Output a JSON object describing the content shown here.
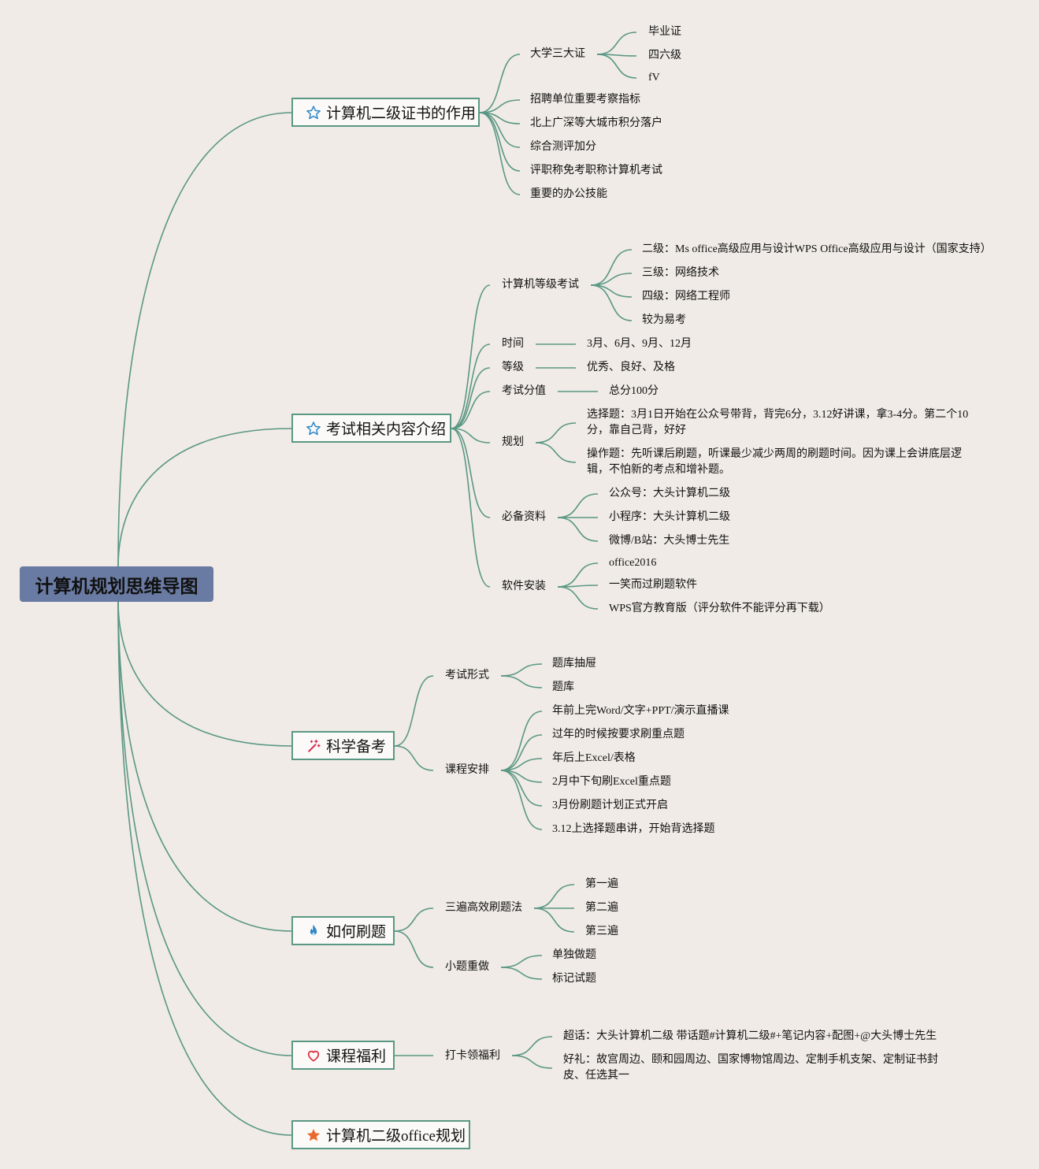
{
  "root": "计算机规划思维导图",
  "colors": {
    "line": "#5a9784",
    "root_bg": "#6a7ba3",
    "bg": "#f0ebe6",
    "box_border": "#5a9784"
  },
  "b1": {
    "title": "计算机二级证书的作用",
    "icon": "star-outline-icon",
    "certs": {
      "label": "大学三大证",
      "items": [
        "毕业证",
        "四六级",
        "fV"
      ]
    },
    "items": [
      "招聘单位重要考察指标",
      "北上广深等大城市积分落户",
      "综合测评加分",
      "评职称免考职称计算机考试",
      "重要的办公技能"
    ]
  },
  "b2": {
    "title": "考试相关内容介绍",
    "icon": "star-outline-icon",
    "exam": {
      "label": "计算机等级考试",
      "items": [
        "二级：Ms office高级应用与设计WPS Office高级应用与设计（国家支持）",
        "三级：网络技术",
        "四级：网络工程师",
        "较为易考"
      ]
    },
    "time": {
      "label": "时间",
      "value": "3月、6月、9月、12月"
    },
    "grade": {
      "label": "等级",
      "value": "优秀、良好、及格"
    },
    "score": {
      "label": "考试分值",
      "value": "总分100分"
    },
    "plan": {
      "label": "规划",
      "items": [
        "选择题：3月1日开始在公众号带背，背完6分，3.12好讲课，拿3-4分。第二个10分，靠自己背，好好",
        "操作题：先听课后刷题，听课最少减少两周的刷题时间。因为课上会讲底层逻辑，不怕新的考点和增补题。"
      ]
    },
    "materials": {
      "label": "必备资料",
      "items": [
        "公众号：大头计算机二级",
        "小程序：大头计算机二级",
        "微博/B站：大头博士先生"
      ]
    },
    "software": {
      "label": "软件安装",
      "items": [
        "office2016",
        "一笑而过刷题软件",
        "WPS官方教育版（评分软件不能评分再下载）"
      ]
    }
  },
  "b3": {
    "title": "科学备考",
    "icon": "magic-wand-icon",
    "form": {
      "label": "考试形式",
      "items": [
        "题库抽屉",
        "题库"
      ]
    },
    "course": {
      "label": "课程安排",
      "items": [
        "年前上完Word/文字+PPT/演示直播课",
        "过年的时候按要求刷重点题",
        "年后上Excel/表格",
        "2月中下旬刷Excel重点题",
        "3月份刷题计划正式开启",
        "3.12上选择题串讲，开始背选择题"
      ]
    }
  },
  "b4": {
    "title": "如何刷题",
    "icon": "fire-icon",
    "three": {
      "label": "三遍高效刷题法",
      "items": [
        "第一遍",
        "第二遍",
        "第三遍"
      ]
    },
    "small": {
      "label": "小题重做",
      "items": [
        "单独做题",
        "标记试题"
      ]
    }
  },
  "b5": {
    "title": "课程福利",
    "icon": "heart-icon",
    "checkin": {
      "label": "打卡领福利",
      "items": [
        "超话：大头计算机二级 带话题#计算机二级#+笔记内容+配图+@大头博士先生",
        "好礼：故宫周边、颐和园周边、国家博物馆周边、定制手机支架、定制证书封皮、任选其一"
      ]
    }
  },
  "b6": {
    "title": "计算机二级office规划",
    "icon": "star-filled-icon"
  }
}
